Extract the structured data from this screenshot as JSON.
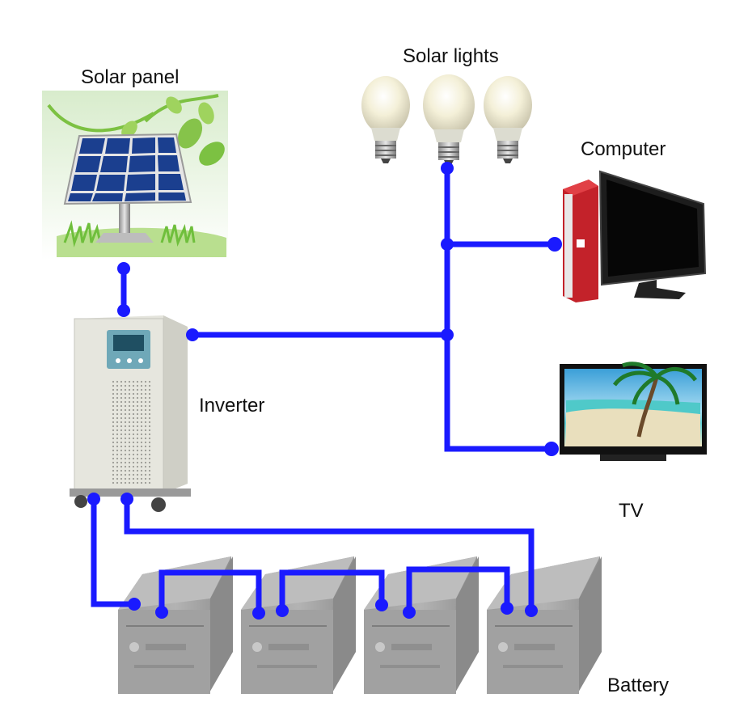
{
  "labels": {
    "solar_panel": "Solar panel",
    "solar_lights": "Solar lights",
    "computer": "Computer",
    "inverter": "Inverter",
    "tv": "TV",
    "battery": "Battery"
  },
  "colors": {
    "wire": "#1a1aff",
    "node": "#1a1aff",
    "panel_cell": "#1b3f8f",
    "leaf": "#7cc142",
    "battery_body": "#a3a3a3",
    "inverter_body": "#e4e4dc",
    "pc_red": "#c3222a",
    "screen_bg": "#111111"
  },
  "icons": [
    "solar-panel-icon",
    "light-bulb-icon",
    "computer-icon",
    "inverter-icon",
    "tv-icon",
    "battery-icon"
  ]
}
